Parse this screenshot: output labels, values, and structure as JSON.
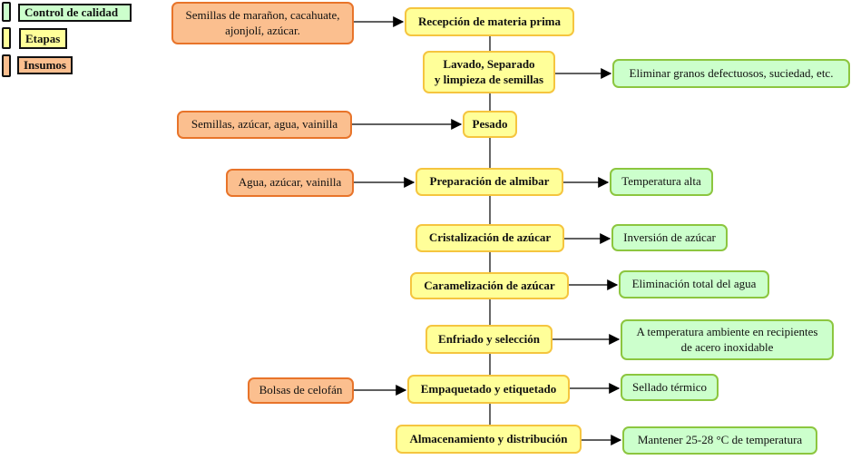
{
  "legend": {
    "control": "Control de calidad",
    "stages": "Etapas",
    "inputs": "Insumos"
  },
  "stages": [
    "Recepción de materia prima",
    "Lavado, Separado\ny limpieza de semillas",
    "Pesado",
    "Preparación de almibar",
    "Cristalización de azúcar",
    "Caramelización de azúcar",
    "Enfriado y selección",
    "Empaquetado y etiquetado",
    "Almacenamiento y distribución"
  ],
  "inputs": [
    "Semillas de marañon, cacahuate,\najonjolí, azúcar.",
    "Semillas, azúcar, agua, vainilla",
    "Agua, azúcar, vainilla",
    "Bolsas de celofán"
  ],
  "controls": [
    "Eliminar granos defectuosos, suciedad, etc.",
    "Temperatura alta",
    "Inversión de azúcar",
    "Eliminación total del agua",
    "A temperatura ambiente en recipientes\nde acero inoxidable",
    "Sellado térmico",
    "Mantener 25-28 °C de temperatura"
  ],
  "colors": {
    "stage_fill": "#ffff99",
    "control_fill": "#ccffcc",
    "input_fill": "#fbbf8f"
  }
}
